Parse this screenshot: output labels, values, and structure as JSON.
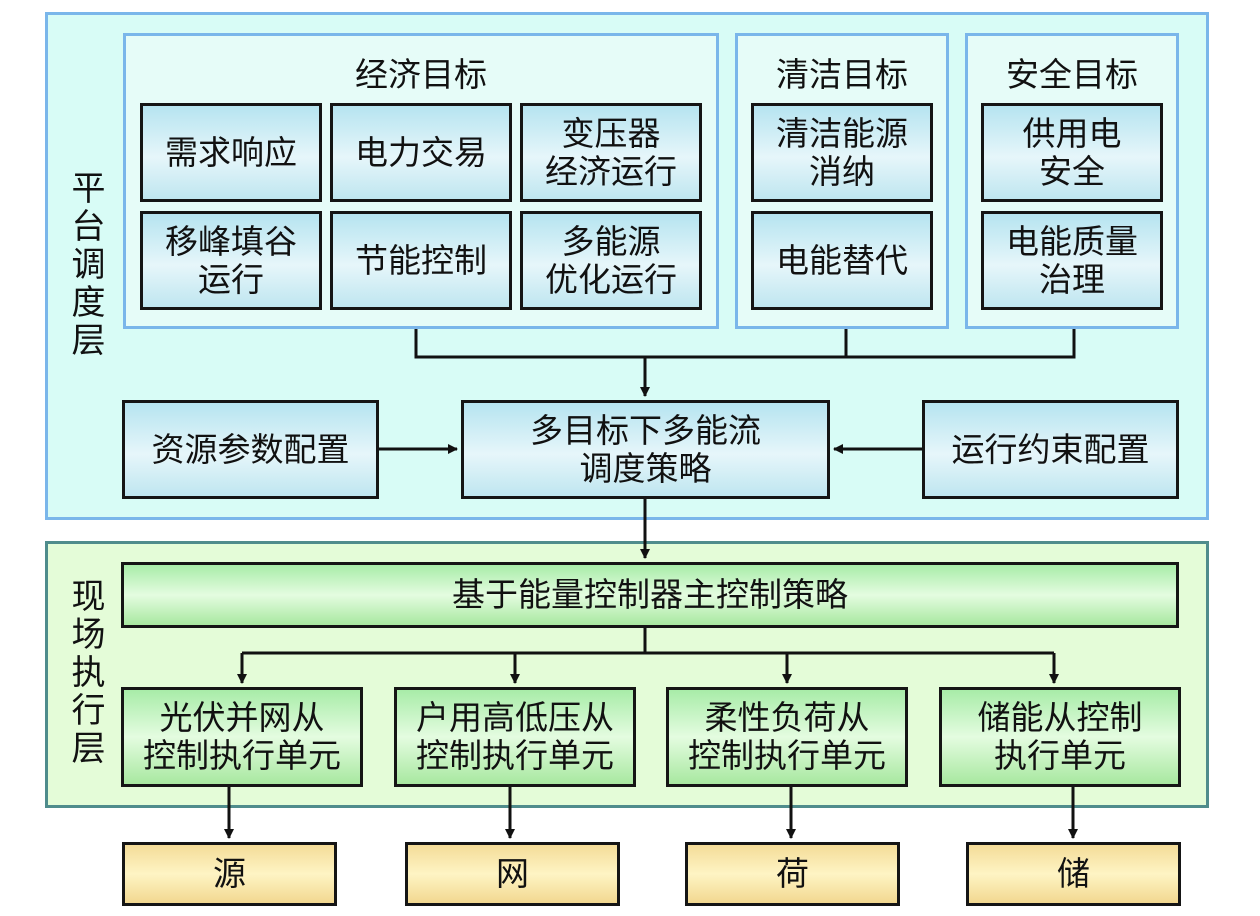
{
  "platform_layer": {
    "label": "平台调度层",
    "groups": [
      {
        "title": "经济目标",
        "items": [
          "需求响应",
          "电力交易",
          "变压器\n经济运行",
          "移峰填谷\n运行",
          "节能控制",
          "多能源\n优化运行"
        ]
      },
      {
        "title": "清洁目标",
        "items": [
          "清洁能源\n消纳",
          "电能替代"
        ]
      },
      {
        "title": "安全目标",
        "items": [
          "供用电\n安全",
          "电能质量\n治理"
        ]
      }
    ],
    "resource_config": "资源参数配置",
    "strategy": "多目标下多能流\n调度策略",
    "constraint_config": "运行约束配置"
  },
  "field_layer": {
    "label": "现场执行层",
    "master_strategy": "基于能量控制器主控制策略",
    "units": [
      "光伏并网从\n控制执行单元",
      "户用高低压从\n控制执行单元",
      "柔性负荷从\n控制执行单元",
      "储能从控制\n执行单元"
    ]
  },
  "outputs": [
    "源",
    "网",
    "荷",
    "储"
  ],
  "colors": {
    "platform_bg": "#d8fcf6",
    "platform_border": "#7ab6ea",
    "field_bg": "#e4fcd8",
    "field_border": "#4f8c8c",
    "box_blue": "#c8ecf4",
    "box_green": "#b8f0b0",
    "box_yellow": "#f8e4a8"
  }
}
